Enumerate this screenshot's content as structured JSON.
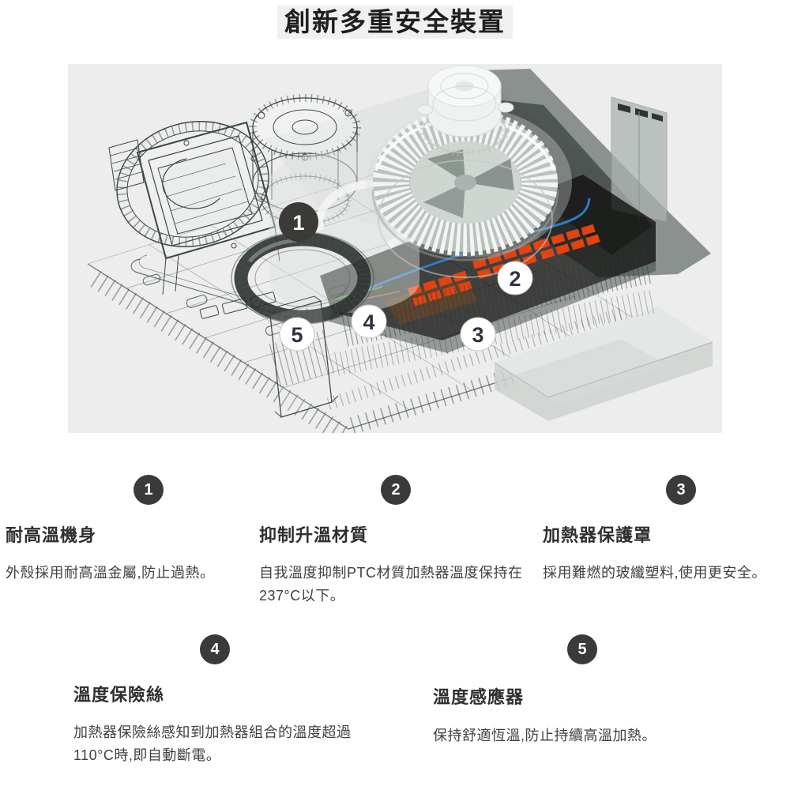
{
  "page": {
    "title": "創新多重安全裝置",
    "title_highlight": "#f0f0f0",
    "background": "#ffffff"
  },
  "illustration": {
    "background": "#ededed",
    "colors": {
      "marker_dark": "#3b3a37",
      "marker_light": "#ffffff",
      "marker_number_dark": "#2f3240",
      "marker_number_light": "#ffffff",
      "heater_red": "#e04412",
      "wire_blue": "#2d7fd0",
      "wire_green": "#53913d"
    },
    "markers": [
      {
        "label": "1"
      },
      {
        "label": "2"
      },
      {
        "label": "3"
      },
      {
        "label": "4"
      },
      {
        "label": "5"
      }
    ]
  },
  "badge_color": "#3a3a38",
  "features": [
    {
      "number": "1",
      "title": "耐高溫機身",
      "lines": [
        "外殼採用耐高溫金屬,防止過熱。"
      ]
    },
    {
      "number": "2",
      "title": "抑制升溫材質",
      "lines": [
        "自我溫度抑制PTC材質加熱器溫度保持在",
        "237°C以下。"
      ]
    },
    {
      "number": "3",
      "title": "加熱器保護罩",
      "lines": [
        "採用難燃的玻纖塑料,使用更安全。"
      ]
    },
    {
      "number": "4",
      "title": "溫度保險絲",
      "lines": [
        "加熱器保險絲感知到加熱器組合的溫度超過",
        "110°C時,即自動斷電。"
      ]
    },
    {
      "number": "5",
      "title": "溫度感應器",
      "lines": [
        "保持舒適恆溫,防止持續高溫加熱。"
      ]
    }
  ]
}
